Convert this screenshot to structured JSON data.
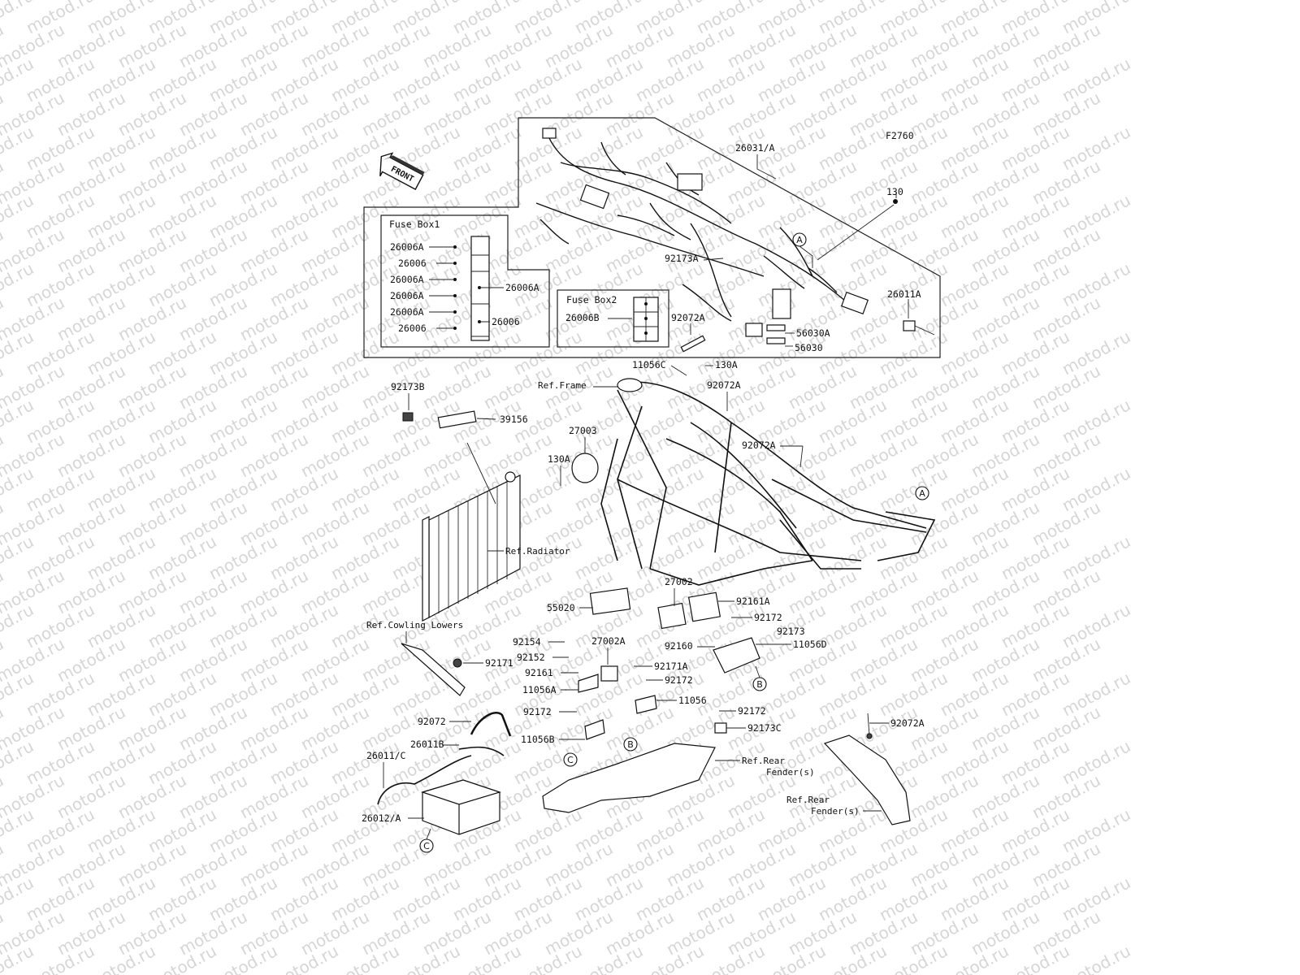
{
  "watermark": "motod.ru",
  "figure_code": "F2760",
  "front_label": "FRONT",
  "fuse_box1": {
    "title": "Fuse Box1",
    "left_labels": [
      "26006A",
      "26006",
      "26006A",
      "26006A",
      "26006A",
      "26006"
    ],
    "right_labels": [
      "26006A",
      "26006"
    ]
  },
  "fuse_box2": {
    "title": "Fuse Box2",
    "label": "26006B"
  },
  "harness_labels": {
    "harness": "26031/A",
    "bolt": "130",
    "band": "92173A",
    "clamp": "92072A",
    "cable": "26011A",
    "bracket_a": "56030A",
    "bracket": "56030"
  },
  "frame_labels": {
    "bracket_c": "11056C",
    "bolt_a": "130A",
    "ref_frame": "Ref.Frame",
    "clamp_a1": "92072A",
    "clamp_a2": "92072A",
    "band_b": "92173B",
    "pad": "39156",
    "relay": "27003",
    "bolt_a2": "130A",
    "ref_radiator": "Ref.Radiator"
  },
  "lower_labels": {
    "relay_2": "27002",
    "damper_a": "92161A",
    "bolt_172a": "92172",
    "cover": "55020",
    "band_173": "92173",
    "damper": "92160",
    "bracket_d": "11056D",
    "ref_cowling": "Ref.Cowling Lowers",
    "screw_154": "92154",
    "washer_152": "92152",
    "relay_2a": "27002A",
    "damper_161": "92161",
    "holder_171a": "92171A",
    "holder_171": "92171",
    "bolt_172b": "92172",
    "bracket_56a": "11056A",
    "bracket_56": "11056",
    "bolt_172c": "92172",
    "bolt_172d": "92172",
    "band_173c": "92173C",
    "bracket_56b": "11056B",
    "strap": "92072",
    "cable_b": "26011B",
    "cable_c": "26011/C",
    "ref_rear_fender1_l1": "Ref.Rear",
    "ref_rear_fender1_l2": "Fender(s)",
    "ref_rear_fender2_l1": "Ref.Rear",
    "ref_rear_fender2_l2": "Fender(s)",
    "clamp_rear": "92072A",
    "battery": "26012/A"
  },
  "callouts": [
    "A",
    "A",
    "B",
    "B",
    "C",
    "C"
  ]
}
